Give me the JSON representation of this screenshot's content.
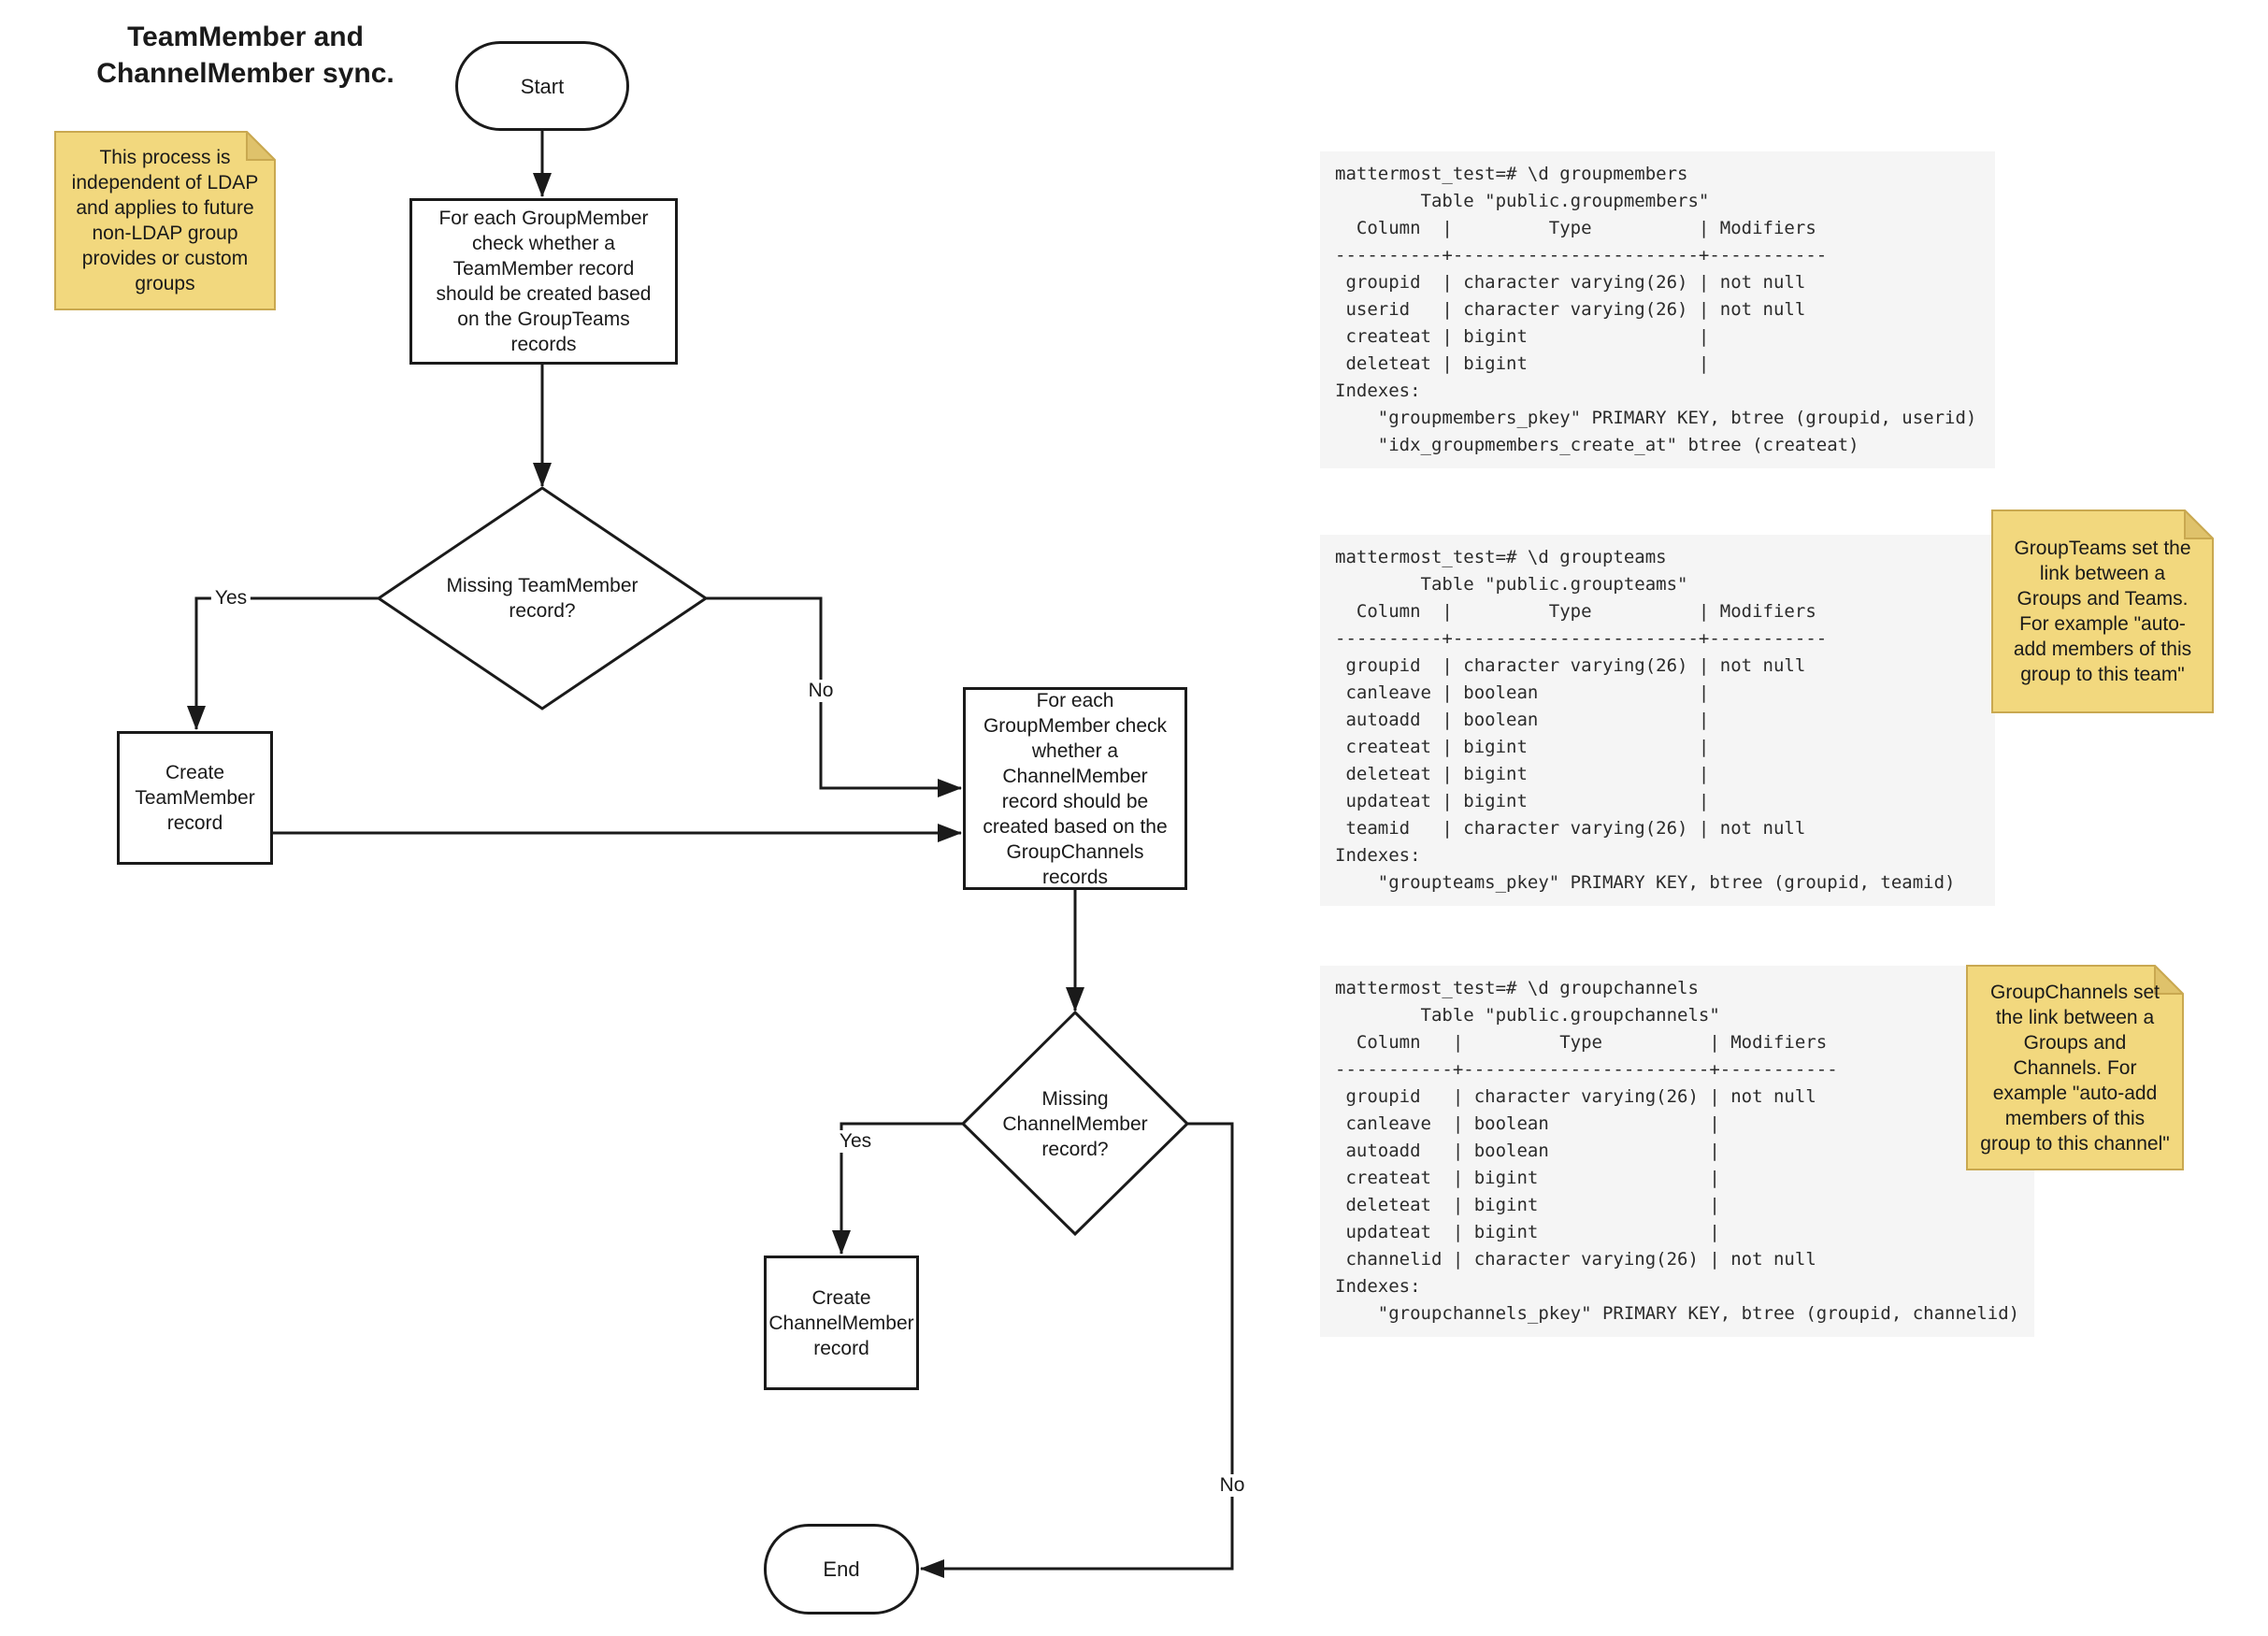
{
  "title": "TeamMember and ChannelMember sync.",
  "flowchart": {
    "start": "Start",
    "process1": "For each GroupMember check whether a TeamMember record should be created based on the GroupTeams records",
    "decision1": "Missing TeamMember record?",
    "create_teammember": "Create TeamMember record",
    "process2": "For each GroupMember check whether a ChannelMember record should be created based on the GroupChannels records",
    "decision2": "Missing ChannelMember record?",
    "create_channelmember": "Create ChannelMember record",
    "end": "End",
    "labels": {
      "yes1": "Yes",
      "no1": "No",
      "yes2": "Yes",
      "no2": "No"
    }
  },
  "notes": [
    {
      "id": "note-ldap",
      "text": "This process is independent of LDAP and applies to future non-LDAP group provides or custom groups"
    },
    {
      "id": "note-groupteams",
      "text": "GroupTeams set the link between a Groups and Teams. For example \"auto-add members of this group to this team\""
    },
    {
      "id": "note-groupchannels",
      "text": "GroupChannels set the link between a Groups and Channels. For example \"auto-add members of this group to this channel\""
    }
  ],
  "code_blocks": [
    {
      "id": "groupmembers",
      "text": "mattermost_test=# \\d groupmembers\n        Table \"public.groupmembers\"\n  Column  |         Type          | Modifiers\n----------+-----------------------+-----------\n groupid  | character varying(26) | not null\n userid   | character varying(26) | not null\n createat | bigint                |\n deleteat | bigint                |\nIndexes:\n    \"groupmembers_pkey\" PRIMARY KEY, btree (groupid, userid)\n    \"idx_groupmembers_create_at\" btree (createat)"
    },
    {
      "id": "groupteams",
      "text": "mattermost_test=# \\d groupteams\n        Table \"public.groupteams\"\n  Column  |         Type          | Modifiers\n----------+-----------------------+-----------\n groupid  | character varying(26) | not null\n canleave | boolean               |\n autoadd  | boolean               |\n createat | bigint                |\n deleteat | bigint                |\n updateat | bigint                |\n teamid   | character varying(26) | not null\nIndexes:\n    \"groupteams_pkey\" PRIMARY KEY, btree (groupid, teamid)"
    },
    {
      "id": "groupchannels",
      "text": "mattermost_test=# \\d groupchannels\n        Table \"public.groupchannels\"\n  Column   |         Type          | Modifiers\n-----------+-----------------------+-----------\n groupid   | character varying(26) | not null\n canleave  | boolean               |\n autoadd   | boolean               |\n createat  | bigint                |\n deleteat  | bigint                |\n updateat  | bigint                |\n channelid | character varying(26) | not null\nIndexes:\n    \"groupchannels_pkey\" PRIMARY KEY, btree (groupid, channelid)"
    }
  ],
  "colors": {
    "line": "#1a1a1a",
    "note_fill": "#f2d87e",
    "note_border": "#c9a850",
    "note_fold": "#dfc26b",
    "code_bg": "#f5f5f5"
  }
}
